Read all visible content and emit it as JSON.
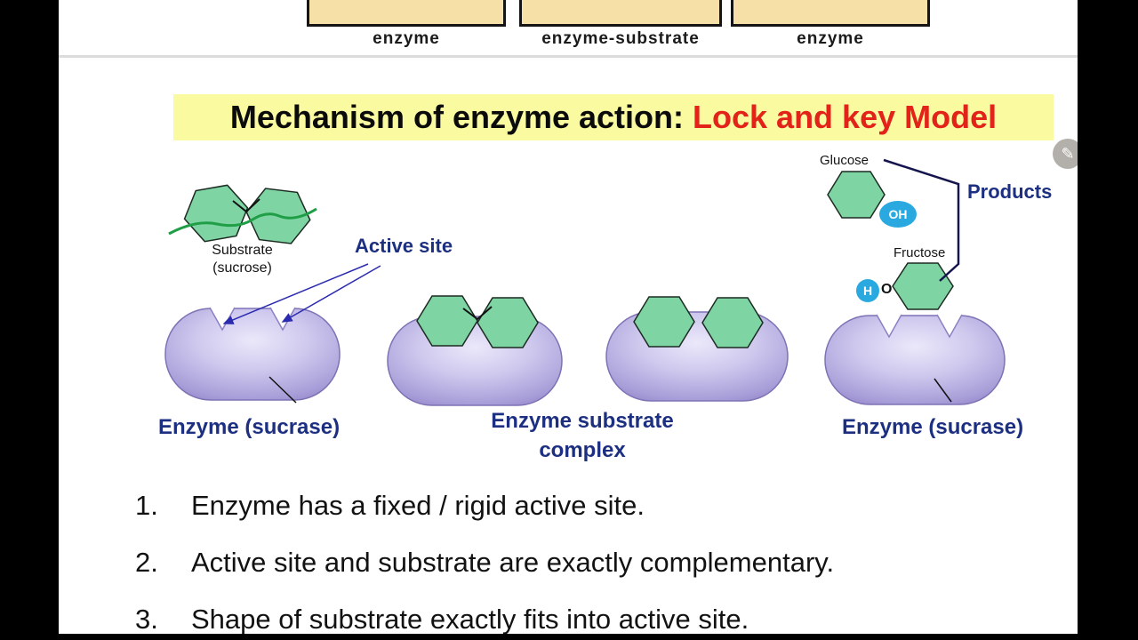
{
  "top_strip": {
    "labels": [
      "enzyme",
      "enzyme-substrate",
      "enzyme"
    ]
  },
  "title": {
    "prefix": "Mechanism of enzyme action: ",
    "highlight": "Lock and key Model"
  },
  "diagram": {
    "substrate": {
      "line1": "Substrate",
      "line2": "(sucrose)"
    },
    "active_site": "Active site",
    "enzyme_left": "Enzyme (sucrase)",
    "complex": {
      "line1": "Enzyme substrate",
      "line2": "complex"
    },
    "enzyme_right": "Enzyme (sucrase)",
    "glucose": "Glucose",
    "fructose": "Fructose",
    "products": "Products",
    "oh": "OH",
    "h": "H",
    "o": "O"
  },
  "notes": [
    {
      "num": "1.",
      "text": "Enzyme has a fixed / rigid active site."
    },
    {
      "num": "2.",
      "text": "Active site and substrate are exactly complementary."
    },
    {
      "num": "3.",
      "text": "Shape of substrate exactly fits into active site."
    }
  ],
  "icons": {
    "pencil": "✎"
  },
  "colors": {
    "title_highlight_bg": "#fafaa0",
    "title_red": "#e32219",
    "label_navy": "#1c2f80",
    "hexagon_green": "#7fd4a4",
    "enzyme_purple": "#c7c0e9",
    "blue_badge": "#2aa9e1",
    "top_box_tan": "#f7dfa8",
    "letterbox_black": "#000000"
  }
}
